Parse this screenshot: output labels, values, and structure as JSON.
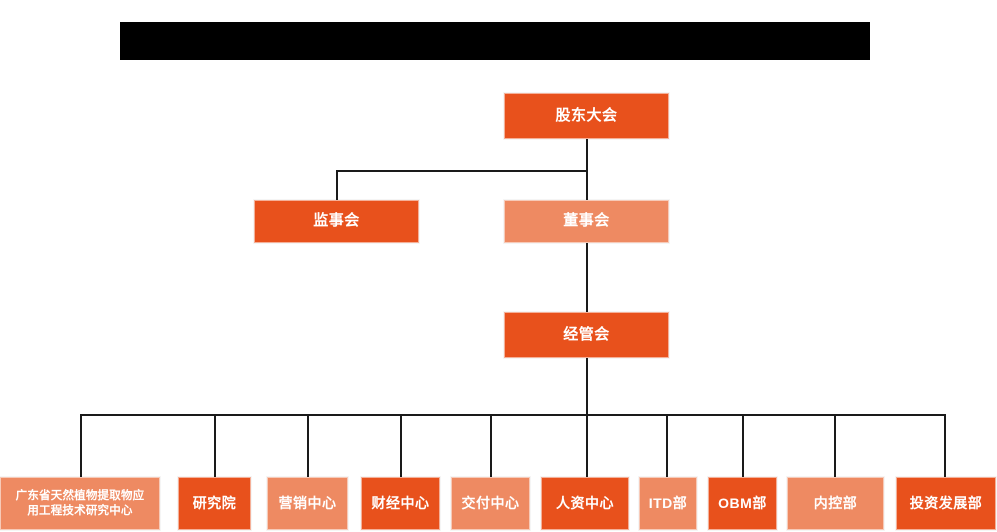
{
  "page": {
    "title_bar": {
      "name": "redacted-title-bar",
      "text": ""
    },
    "background_color": "#ffffff"
  },
  "colors": {
    "accent_bright": "#E8511C",
    "accent_light": "#EE8A62",
    "connector": "#1a1a1a",
    "redaction": "#000000",
    "node_text": "#ffffff"
  },
  "chart_data": {
    "type": "diagram",
    "diagram_type": "organization-chart",
    "title": "",
    "levels": [
      {
        "level": 1,
        "nodes": [
          {
            "id": "shareholders",
            "label": "股东大会",
            "style": "bright"
          }
        ]
      },
      {
        "level": 2,
        "nodes": [
          {
            "id": "supervisors",
            "label": "监事会",
            "style": "bright"
          },
          {
            "id": "directors",
            "label": "董事会",
            "style": "light"
          }
        ]
      },
      {
        "level": 3,
        "nodes": [
          {
            "id": "management",
            "label": "经管会",
            "style": "bright"
          }
        ]
      },
      {
        "level": 4,
        "nodes": [
          {
            "id": "rnd-center",
            "label": "广东省天然植物提取物应\n用工程技术研究中心",
            "style": "light"
          },
          {
            "id": "institute",
            "label": "研究院",
            "style": "bright"
          },
          {
            "id": "marketing",
            "label": "营销中心",
            "style": "light"
          },
          {
            "id": "finance",
            "label": "财经中心",
            "style": "bright"
          },
          {
            "id": "delivery",
            "label": "交付中心",
            "style": "light"
          },
          {
            "id": "hr",
            "label": "人资中心",
            "style": "bright"
          },
          {
            "id": "itd",
            "label": "ITD部",
            "style": "light"
          },
          {
            "id": "obm",
            "label": "OBM部",
            "style": "bright"
          },
          {
            "id": "internal-control",
            "label": "内控部",
            "style": "light"
          },
          {
            "id": "investment",
            "label": "投资发展部",
            "style": "bright"
          }
        ]
      }
    ],
    "edges": [
      {
        "from": "shareholders",
        "to": "supervisors"
      },
      {
        "from": "shareholders",
        "to": "directors"
      },
      {
        "from": "directors",
        "to": "management"
      },
      {
        "from": "management",
        "to": "rnd-center"
      },
      {
        "from": "management",
        "to": "institute"
      },
      {
        "from": "management",
        "to": "marketing"
      },
      {
        "from": "management",
        "to": "finance"
      },
      {
        "from": "management",
        "to": "delivery"
      },
      {
        "from": "management",
        "to": "hr"
      },
      {
        "from": "management",
        "to": "itd"
      },
      {
        "from": "management",
        "to": "obm"
      },
      {
        "from": "management",
        "to": "internal-control"
      },
      {
        "from": "management",
        "to": "investment"
      }
    ]
  }
}
